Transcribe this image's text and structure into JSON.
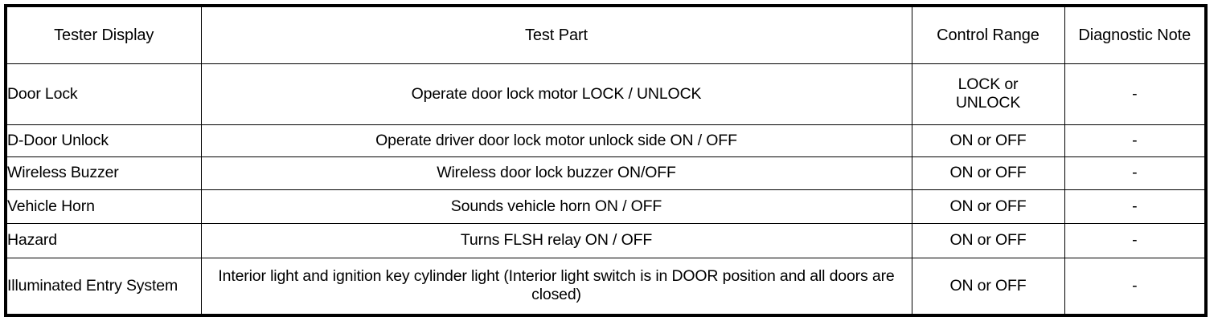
{
  "table": {
    "headers": [
      {
        "label": "Tester Display",
        "name": "tester-display"
      },
      {
        "label": "Test Part",
        "name": "test-part"
      },
      {
        "label": "Control Range",
        "name": "control-range"
      },
      {
        "label": "Diagnostic Note",
        "name": "diagnostic-note"
      }
    ],
    "rows": [
      {
        "tester_display": "Door Lock",
        "test_part": "Operate door lock motor LOCK / UNLOCK",
        "control_range": "LOCK or\nUNLOCK",
        "diagnostic_note": "-"
      },
      {
        "tester_display": "D-Door Unlock",
        "test_part": "Operate driver door lock motor unlock side ON / OFF",
        "control_range": "ON or OFF",
        "diagnostic_note": "-"
      },
      {
        "tester_display": "Wireless Buzzer",
        "test_part": "Wireless door lock buzzer ON/OFF",
        "control_range": "ON or OFF",
        "diagnostic_note": "-"
      },
      {
        "tester_display": "Vehicle Horn",
        "test_part": "Sounds vehicle horn ON / OFF",
        "control_range": "ON or OFF",
        "diagnostic_note": "-"
      },
      {
        "tester_display": "Hazard",
        "test_part": "Turns FLSH relay ON / OFF",
        "control_range": "ON or OFF",
        "diagnostic_note": "-"
      },
      {
        "tester_display": "Illuminated Entry System",
        "test_part": "Interior light and ignition key cylinder light (Interior light switch is in DOOR position and all doors are closed)",
        "control_range": "ON or OFF",
        "diagnostic_note": "-"
      }
    ]
  },
  "colors": {
    "border": "#000000",
    "background": "#ffffff",
    "text": "#000000"
  }
}
